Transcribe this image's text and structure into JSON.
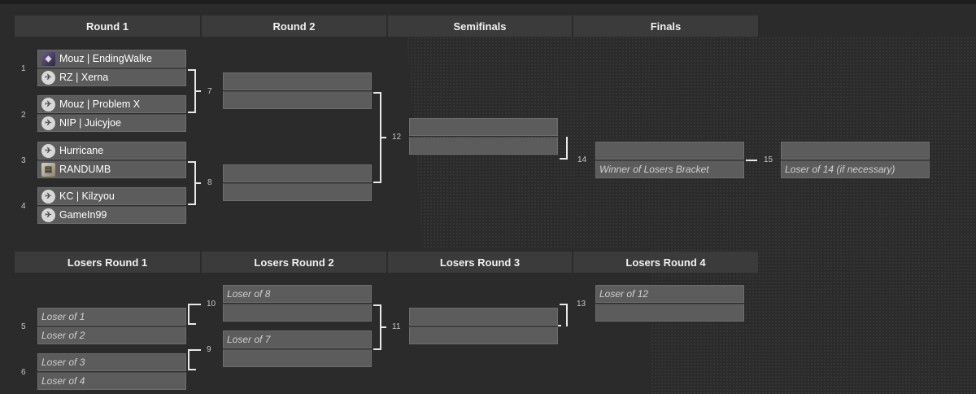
{
  "headers": {
    "round1": "Round 1",
    "round2": "Round 2",
    "semifinals": "Semifinals",
    "finals": "Finals",
    "losers1": "Losers Round 1",
    "losers2": "Losers Round 2",
    "losers3": "Losers Round 3",
    "losers4": "Losers Round 4"
  },
  "winners": {
    "m1": {
      "num": "1",
      "top": "Mouz | EndingWalke",
      "bottom": "RZ | Xerna"
    },
    "m2": {
      "num": "2",
      "top": "Mouz | Problem X",
      "bottom": "NIP | Juicyjoe"
    },
    "m3": {
      "num": "3",
      "top": "Hurricane",
      "bottom": "RANDUMB"
    },
    "m4": {
      "num": "4",
      "top": "KC | Kilzyou",
      "bottom": "GameIn99"
    },
    "m7": {
      "num": "7"
    },
    "m8": {
      "num": "8"
    },
    "m12": {
      "num": "12"
    },
    "m14": {
      "num": "14",
      "bottom": "Winner of Losers Bracket"
    },
    "m15": {
      "num": "15",
      "bottom": "Loser of 14 (if necessary)"
    }
  },
  "losers": {
    "m5": {
      "num": "5",
      "top": "Loser of 1",
      "bottom": "Loser of 2"
    },
    "m6": {
      "num": "6",
      "top": "Loser of 3",
      "bottom": "Loser of 4"
    },
    "m10": {
      "num": "10",
      "top": "Loser of 8"
    },
    "m9": {
      "num": "9",
      "top": "Loser of 7"
    },
    "m11": {
      "num": "11"
    },
    "m13": {
      "num": "13",
      "top": "Loser of 12"
    }
  },
  "icons": {
    "team_logo": "team-logo-icon",
    "player_photo": "player-photo-icon"
  }
}
